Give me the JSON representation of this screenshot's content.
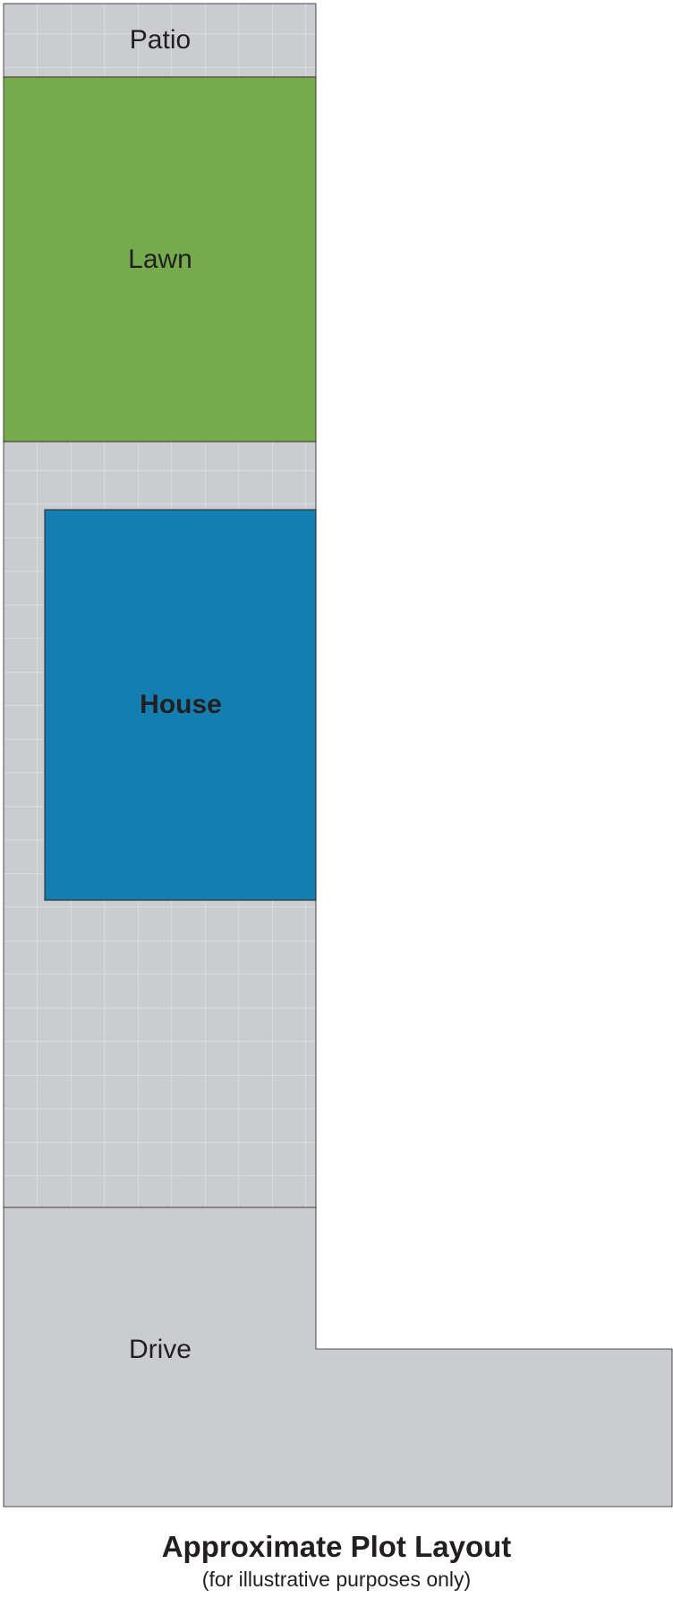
{
  "plan": {
    "areas": {
      "patio": {
        "label": "Patio"
      },
      "lawn": {
        "label": "Lawn"
      },
      "house": {
        "label": "House"
      },
      "drive": {
        "label": "Drive"
      }
    }
  },
  "caption": {
    "title": "Approximate Plot Layout",
    "subtitle": "(for illustrative purposes only)"
  },
  "colors": {
    "paving": "#cbccd0",
    "paving_grid": "#e2e3e6",
    "lawn": "#76ab4d",
    "house": "#147eb1",
    "outline": "#231f20"
  }
}
